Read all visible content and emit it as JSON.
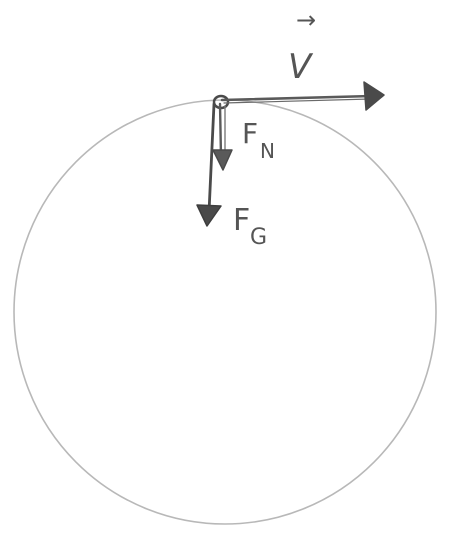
{
  "diagram": {
    "labels": {
      "velocity": "V",
      "velocity_accent": "→",
      "normal_force_main": "F",
      "normal_force_sub": "N",
      "gravity_force_main": "F",
      "gravity_force_sub": "G"
    },
    "colors": {
      "circle": "#b8b8b8",
      "ink": "#5a5a5a",
      "ink_dark": "#4a4a4a"
    }
  }
}
